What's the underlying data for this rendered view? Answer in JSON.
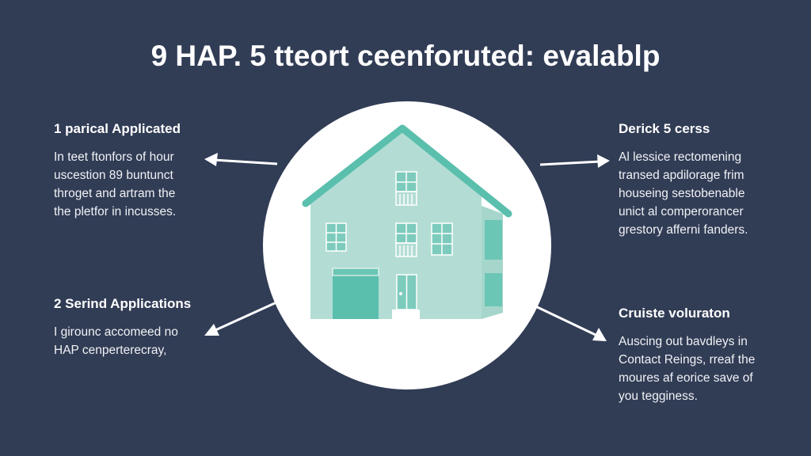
{
  "title": "9 HAP. 5 tteort ceenforuted: evalablp",
  "colors": {
    "background": "#313c55",
    "hub": "#ffffff",
    "house_wall": "#b3ddd4",
    "house_accent": "#5bbfae",
    "text": "#ffffff"
  },
  "center": {
    "icon": "house-icon"
  },
  "blocks": [
    {
      "heading": "1 parical Applicated",
      "lines": [
        "In teet ftonfors of hour",
        "uscestion 89 buntunct",
        "throget and artram the",
        "the pletfor in incusses."
      ],
      "arrow": "arrow-left-icon"
    },
    {
      "heading": "2 Serind Applications",
      "lines": [
        "I girounc accomeed no",
        "HAP cenperterecray,"
      ],
      "arrow": "arrow-down-left-icon"
    },
    {
      "heading": "Derick 5 cerss",
      "lines": [
        "Al lessice rectomening",
        "transed apdilorage frim",
        "houseing sestobenable",
        "unict al comperorancer",
        "grestory afferni fanders."
      ],
      "arrow": "arrow-right-icon"
    },
    {
      "heading": "Cruiste voluraton",
      "lines": [
        "Auscing out bavdleys in",
        "Contact Reings, rreaf the",
        "moures af eorice save of",
        "you tegginess."
      ],
      "arrow": "arrow-down-right-icon"
    }
  ]
}
